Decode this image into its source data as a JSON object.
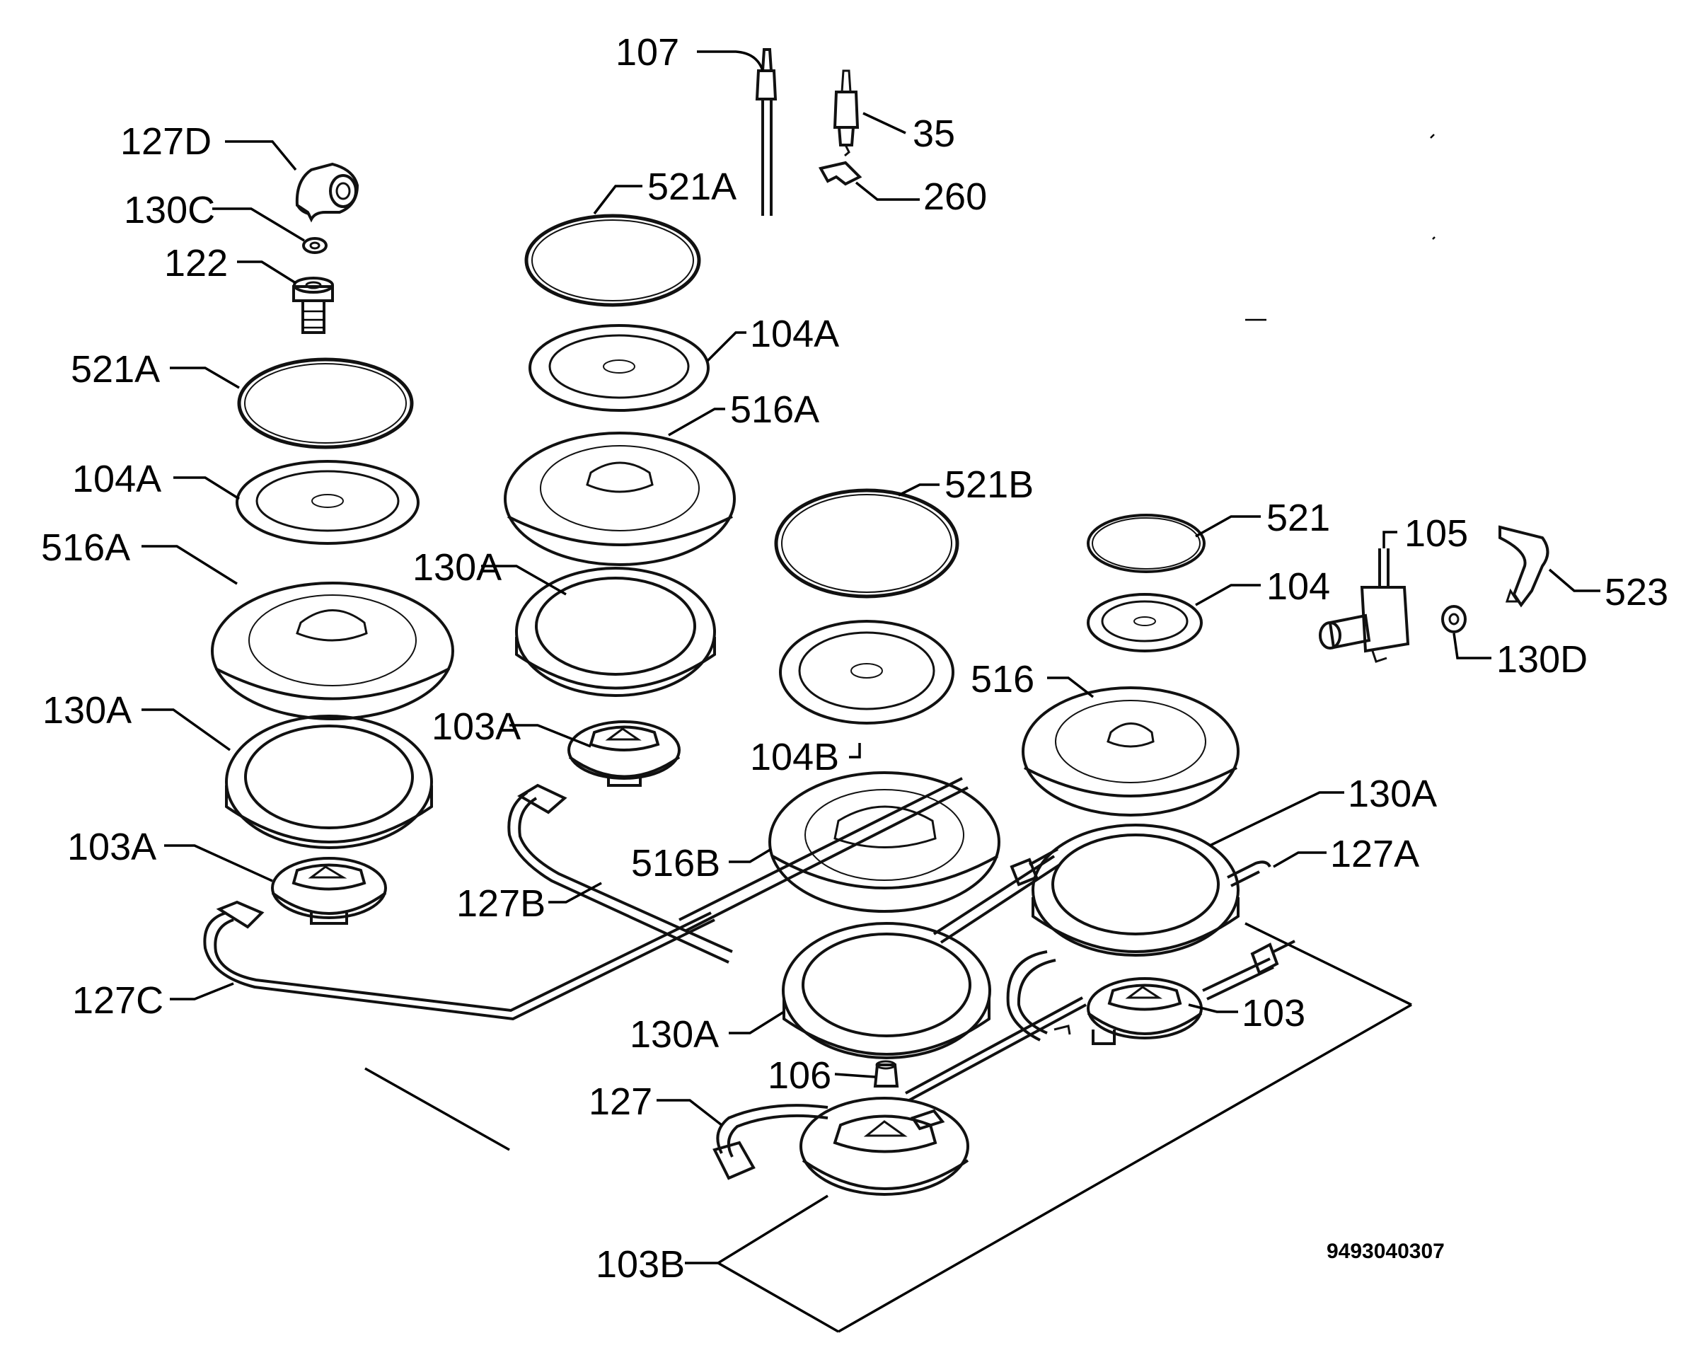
{
  "labels": {
    "p107": "107",
    "p35": "35",
    "p260": "260",
    "p127d": "127D",
    "p130c": "130C",
    "p122": "122",
    "p521a_top": "521A",
    "p521a_left": "521A",
    "p104a_top": "104A",
    "p104a_left": "104A",
    "p516a_top": "516A",
    "p516a_left": "516A",
    "p521b": "521B",
    "p521": "521",
    "p105": "105",
    "p523": "523",
    "p130a_mid": "130A",
    "p104": "104",
    "p130d": "130D",
    "p130a_left": "130A",
    "p103a_mid": "103A",
    "p516": "516",
    "p104b": "104B",
    "p130a_right": "130A",
    "p103a_left": "103A",
    "p127a": "127A",
    "p516b": "516B",
    "p127b": "127B",
    "p127c": "127C",
    "p103": "103",
    "p130a_bottom": "130A",
    "p106": "106",
    "p127": "127",
    "p103b": "103B"
  },
  "drawing_code": "9493040307",
  "icons": {
    "burner_ring": "burner-ring-icon",
    "burner_crown": "burner-crown-icon",
    "cap_plate": "cap-plate-icon",
    "seal_ring": "seal-ring-icon",
    "burner_base": "burner-base-icon",
    "gas_pipe": "gas-pipe-icon",
    "elbow_fitting": "elbow-fitting-icon",
    "injector": "injector-icon",
    "thermocouple": "thermocouple-icon",
    "spark_plug": "spark-plug-icon",
    "valve": "valve-icon",
    "bracket": "bracket-icon"
  }
}
